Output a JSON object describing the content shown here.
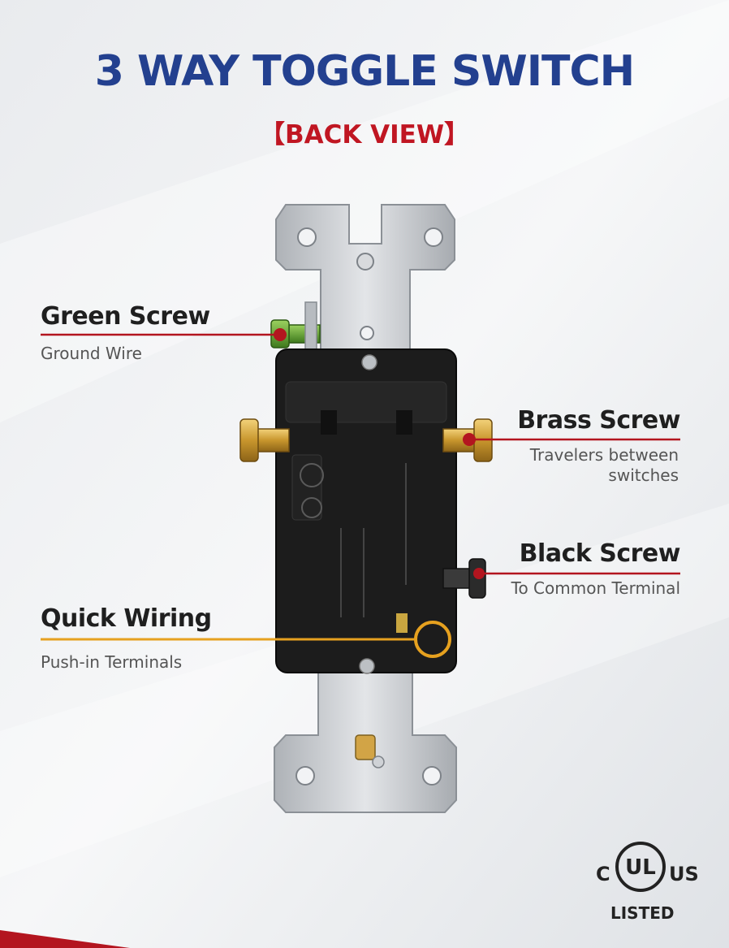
{
  "title": "3 WAY TOGGLE SWITCH",
  "subtitle": "【BACK VIEW】",
  "callouts": {
    "green": {
      "title": "Green Screw",
      "sub": "Ground Wire",
      "color": "#b3151f"
    },
    "brass": {
      "title": "Brass Screw",
      "sub1": "Travelers between",
      "sub2": "switches",
      "color": "#b3151f"
    },
    "black": {
      "title": "Black Screw",
      "sub": "To Common Terminal",
      "color": "#b3151f"
    },
    "quick": {
      "title": "Quick Wiring",
      "sub": "Push-in Terminals",
      "color": "#e6a11f"
    }
  },
  "certification": {
    "left": "C",
    "mark": "UL",
    "right": "US",
    "listed": "LISTED"
  },
  "colors": {
    "title": "#23408f",
    "subtitle": "#c01622",
    "switch_body": "#1a1a1a",
    "strap": "#c9ccd0"
  }
}
